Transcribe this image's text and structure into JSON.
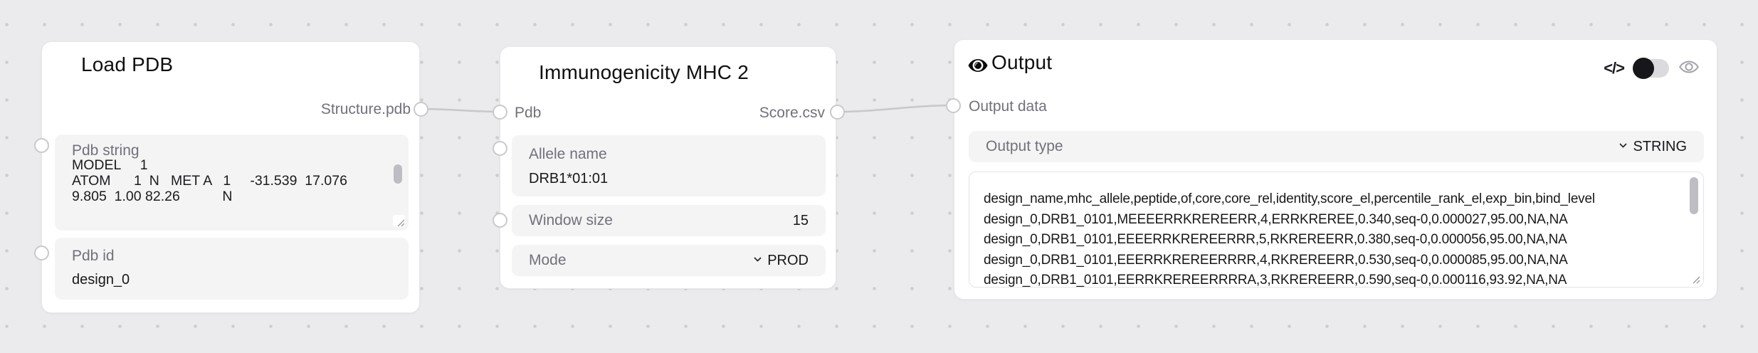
{
  "colors": {
    "canvas_bg": "#ebebed",
    "grid_dot": "#cdcdd2",
    "node_bg": "#ffffff",
    "field_bg": "#f4f4f5",
    "label_text": "#71717a",
    "value_text": "#18181b",
    "wire": "#c7c7cc",
    "toggle_knob": "#17171b",
    "toggle_track": "#dbdbdf"
  },
  "nodes": {
    "load_pdb": {
      "title": "Load PDB",
      "output_port_label": "Structure.pdb",
      "fields": {
        "pdb_string": {
          "label": "Pdb string",
          "lines": {
            "0": "MODEL     1",
            "1": "ATOM      1  N   MET A   1     -31.539  17.076",
            "2": "9.805  1.00 82.26           N"
          }
        },
        "pdb_id": {
          "label": "Pdb id",
          "value": "design_0"
        }
      }
    },
    "immunogenicity_mhc_2": {
      "title": "Immunogenicity MHC 2",
      "input_port_label": "Pdb",
      "output_port_label": "Score.csv",
      "fields": {
        "allele_name": {
          "label": "Allele name",
          "value": "DRB1*01:01"
        },
        "window_size": {
          "label": "Window size",
          "value": "15"
        },
        "mode": {
          "label": "Mode",
          "value": "PROD"
        }
      }
    },
    "output": {
      "title": "Output",
      "input_port_label": "Output data",
      "code_icon": "</>",
      "fields": {
        "output_type": {
          "label": "Output type",
          "value": "STRING"
        },
        "output_text": {
          "lines": {
            "0": "design_name,mhc_allele,peptide,of,core,core_rel,identity,score_el,percentile_rank_el,exp_bin,bind_level",
            "1": "design_0,DRB1_0101,MEEEERRKREREERR,4,ERRKREREE,0.340,seq-0,0.000027,95.00,NA,NA",
            "2": "design_0,DRB1_0101,EEEERRKREREERRR,5,RKREREERR,0.380,seq-0,0.000056,95.00,NA,NA",
            "3": "design_0,DRB1_0101,EEERRKREREERRRR,4,RKREREERR,0.530,seq-0,0.000085,95.00,NA,NA",
            "4": "design_0,DRB1_0101,EERRKREREERRRRA,3,RKREREERR,0.590,seq-0,0.000116,93.92,NA,NA"
          }
        }
      }
    }
  }
}
